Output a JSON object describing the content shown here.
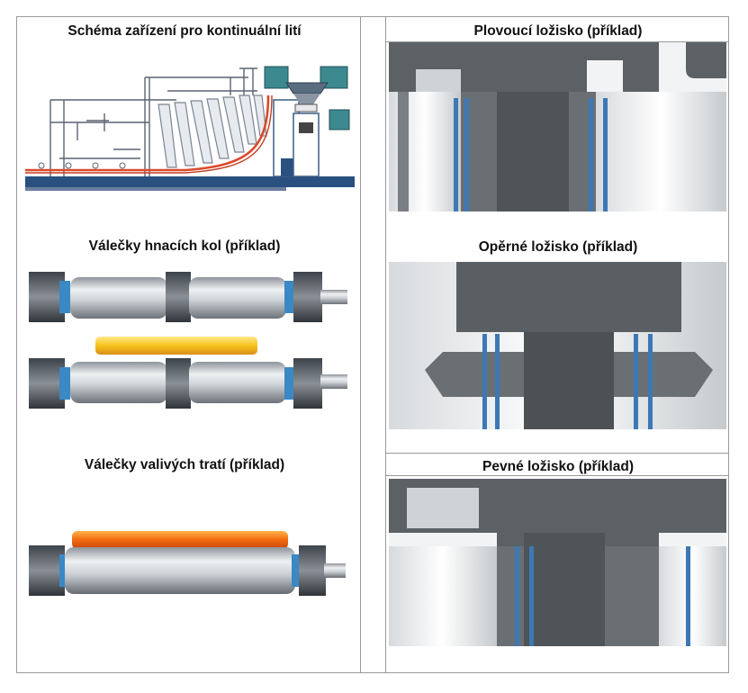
{
  "left": {
    "casting_title": "Schéma zařízení pro kontinuální lití",
    "drive_title": "Válečky hnacích kol (příklad)",
    "roller_title": "Válečky valivých tratí (příklad)"
  },
  "right": {
    "floating_title": "Plovoucí ložisko (příklad)",
    "support_title": "Opěrné ložisko (příklad)",
    "fixed_title": "Pevné ložisko (příklad)"
  }
}
